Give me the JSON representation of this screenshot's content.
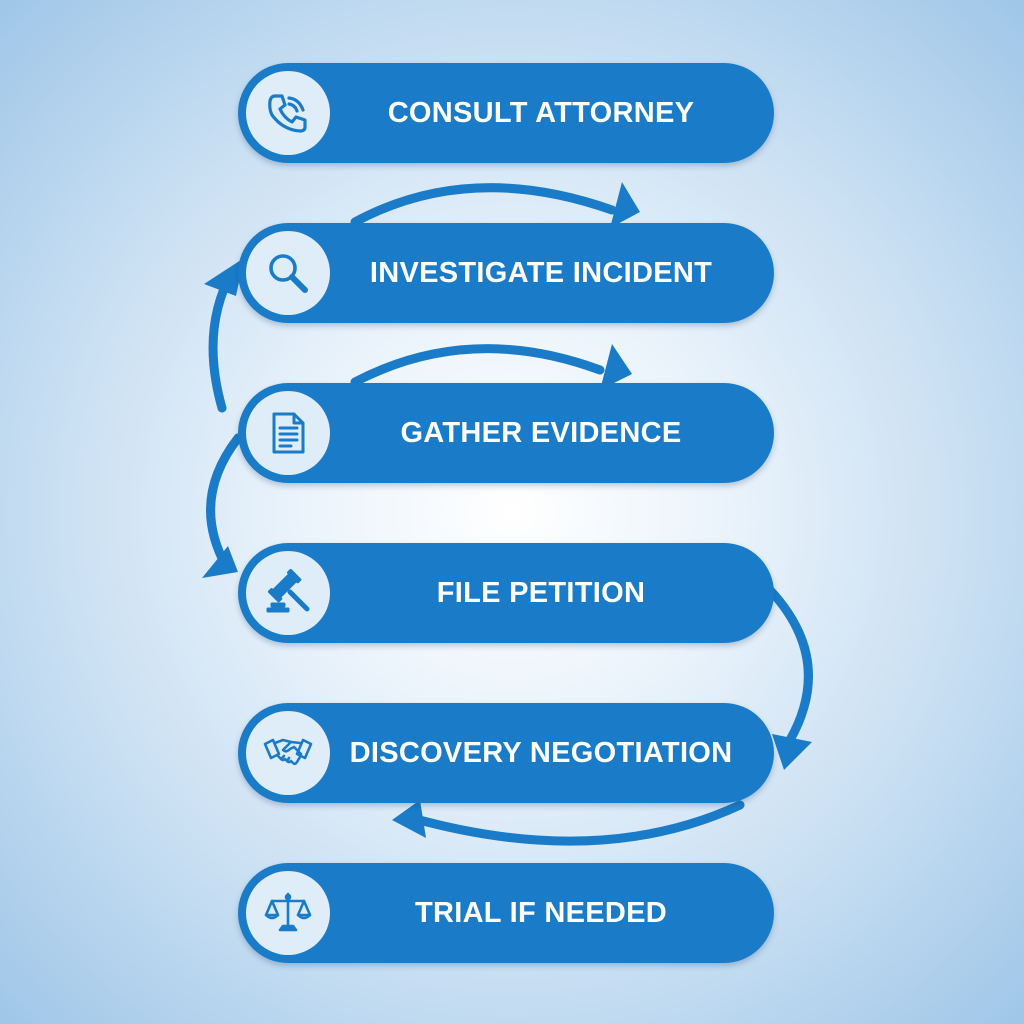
{
  "colors": {
    "step_fill": "#1a7cc8",
    "icon_circle": "#deedf8",
    "icon_stroke": "#1a7cc8",
    "arrow": "#1a7cc8",
    "label_text": "#ffffff"
  },
  "steps": [
    {
      "label": "CONSULT ATTORNEY",
      "icon": "phone-icon"
    },
    {
      "label": "INVESTIGATE INCIDENT",
      "icon": "magnifier-icon"
    },
    {
      "label": "GATHER EVIDENCE",
      "icon": "document-icon"
    },
    {
      "label": "FILE PETITION",
      "icon": "gavel-icon"
    },
    {
      "label": "DISCOVERY NEGOTIATION",
      "icon": "handshake-icon"
    },
    {
      "label": "TRIAL IF NEEDED",
      "icon": "scales-icon"
    }
  ]
}
